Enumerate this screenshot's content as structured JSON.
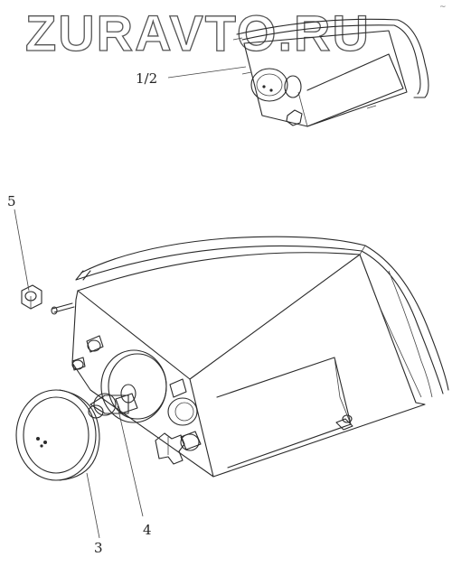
{
  "watermark": "ZURAVTO.RU",
  "corner_mark": "~",
  "callouts": {
    "assembly": "1/2",
    "part_5": "5",
    "part_3": "3",
    "part_4": "4"
  },
  "colors": {
    "line": "#2a2a2a",
    "background": "#ffffff"
  }
}
